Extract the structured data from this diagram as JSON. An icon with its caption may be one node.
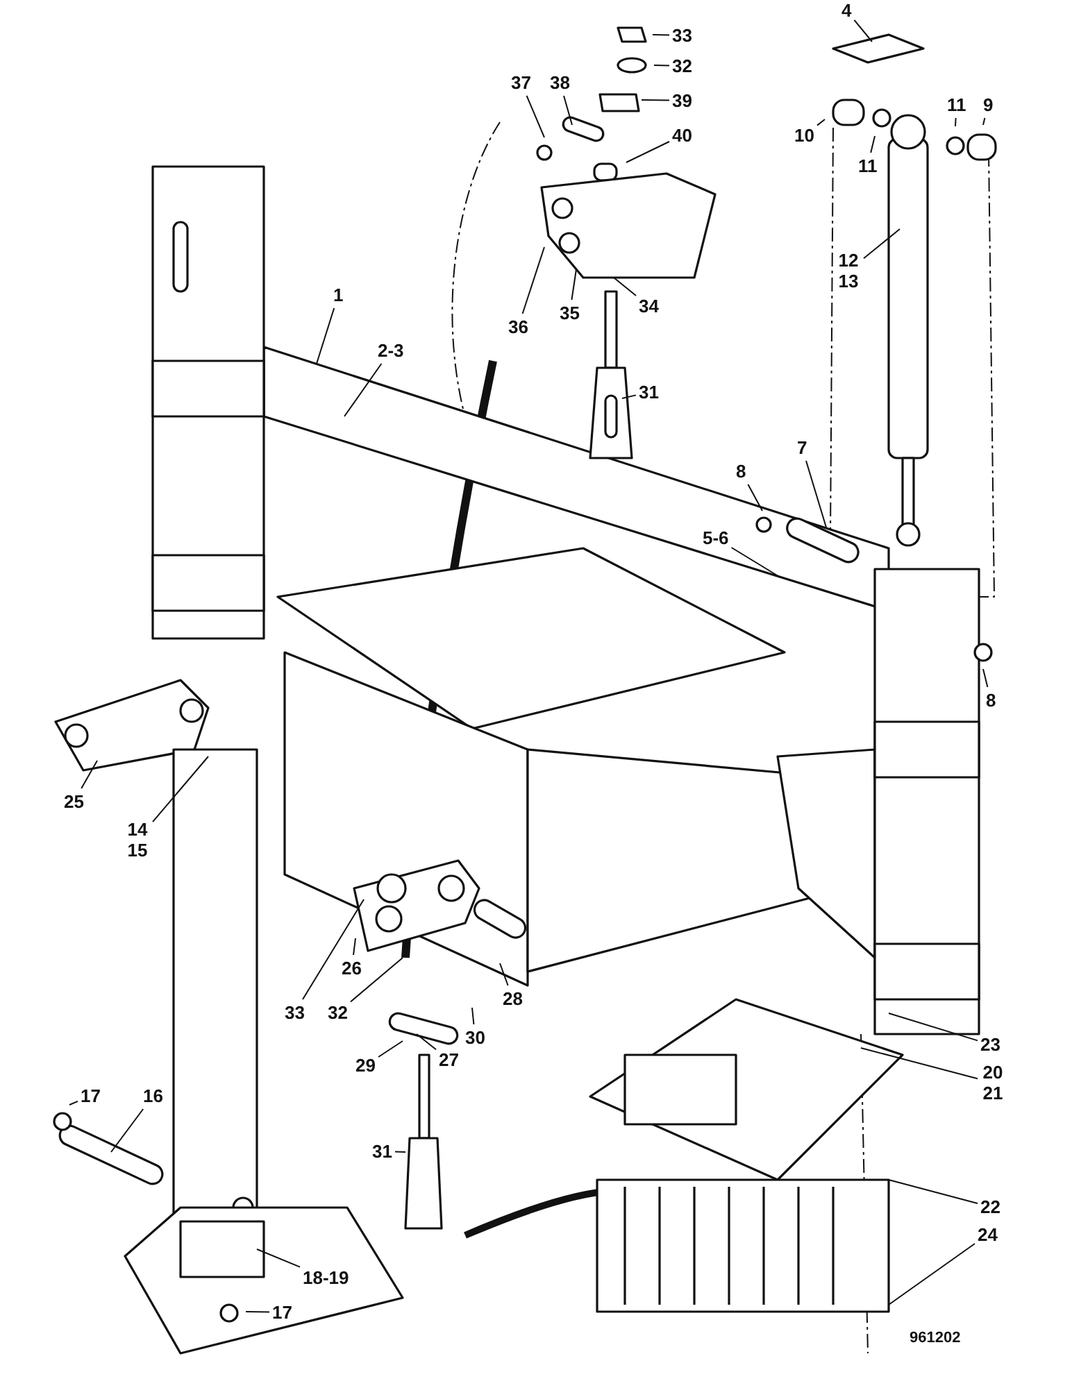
{
  "diagram": {
    "nodes": [
      {
        "text": [
          "4"
        ]
      },
      {
        "text": [
          "33"
        ]
      },
      {
        "text": [
          "37"
        ]
      },
      {
        "text": [
          "38"
        ]
      },
      {
        "text": [
          "32"
        ]
      },
      {
        "text": [
          "39"
        ]
      },
      {
        "text": [
          "11"
        ]
      },
      {
        "text": [
          "9"
        ]
      },
      {
        "text": [
          "40"
        ]
      },
      {
        "text": [
          "10"
        ]
      },
      {
        "text": [
          "11"
        ]
      },
      {
        "text": [
          "12 13"
        ]
      },
      {
        "text": [
          "1"
        ]
      },
      {
        "text": [
          "36"
        ]
      },
      {
        "text": [
          "35"
        ]
      },
      {
        "text": [
          "34"
        ]
      },
      {
        "text": [
          "2-3"
        ]
      },
      {
        "text": [
          "31"
        ]
      },
      {
        "text": [
          "7"
        ]
      },
      {
        "text": [
          "8"
        ]
      },
      {
        "text": [
          "5-6"
        ]
      },
      {
        "text": [
          "8"
        ]
      },
      {
        "text": [
          "25"
        ]
      },
      {
        "text": [
          "14 15"
        ]
      },
      {
        "text": [
          "26"
        ]
      },
      {
        "text": [
          "28"
        ]
      },
      {
        "text": [
          "33"
        ]
      },
      {
        "text": [
          "32"
        ]
      },
      {
        "text": [
          "30"
        ]
      },
      {
        "text": [
          "23"
        ]
      },
      {
        "text": [
          "27"
        ]
      },
      {
        "text": [
          "29"
        ]
      },
      {
        "text": [
          "20 21"
        ]
      },
      {
        "text": [
          "17"
        ]
      },
      {
        "text": [
          "16"
        ]
      },
      {
        "text": [
          "31"
        ]
      },
      {
        "text": [
          "22"
        ]
      },
      {
        "text": [
          "24"
        ]
      },
      {
        "text": [
          "18-19"
        ]
      },
      {
        "text": [
          "17"
        ]
      }
    ],
    "edges": [
      {
        "from": 0,
        "to": null,
        "arrow": "none"
      },
      {
        "from": 1,
        "to": null,
        "arrow": "none"
      },
      {
        "from": 2,
        "to": null,
        "arrow": "none"
      },
      {
        "from": 3,
        "to": null,
        "arrow": "none"
      },
      {
        "from": 4,
        "to": null,
        "arrow": "none"
      },
      {
        "from": 5,
        "to": null,
        "arrow": "none"
      },
      {
        "from": 6,
        "to": null,
        "arrow": "none"
      },
      {
        "from": 7,
        "to": null,
        "arrow": "none"
      },
      {
        "from": 8,
        "to": null,
        "arrow": "none"
      },
      {
        "from": 9,
        "to": null,
        "arrow": "none"
      },
      {
        "from": 10,
        "to": null,
        "arrow": "none"
      },
      {
        "from": 11,
        "to": null,
        "arrow": "none"
      },
      {
        "from": 12,
        "to": null,
        "arrow": "none"
      },
      {
        "from": 13,
        "to": null,
        "arrow": "none"
      },
      {
        "from": 14,
        "to": null,
        "arrow": "none"
      },
      {
        "from": 15,
        "to": null,
        "arrow": "none"
      },
      {
        "from": 16,
        "to": null,
        "arrow": "none"
      },
      {
        "from": 17,
        "to": null,
        "arrow": "none"
      },
      {
        "from": 18,
        "to": null,
        "arrow": "none"
      },
      {
        "from": 19,
        "to": null,
        "arrow": "none"
      },
      {
        "from": 20,
        "to": null,
        "arrow": "none"
      },
      {
        "from": 21,
        "to": null,
        "arrow": "none"
      },
      {
        "from": 22,
        "to": null,
        "arrow": "none"
      },
      {
        "from": 23,
        "to": null,
        "arrow": "none"
      },
      {
        "from": 24,
        "to": null,
        "arrow": "none"
      },
      {
        "from": 25,
        "to": null,
        "arrow": "none"
      },
      {
        "from": 26,
        "to": null,
        "arrow": "none"
      },
      {
        "from": 27,
        "to": null,
        "arrow": "none"
      },
      {
        "from": 28,
        "to": null,
        "arrow": "none"
      },
      {
        "from": 29,
        "to": null,
        "arrow": "none"
      },
      {
        "from": 30,
        "to": null,
        "arrow": "none"
      },
      {
        "from": 31,
        "to": null,
        "arrow": "none"
      },
      {
        "from": 32,
        "to": null,
        "arrow": "none"
      },
      {
        "from": 33,
        "to": null,
        "arrow": "none"
      },
      {
        "from": 34,
        "to": null,
        "arrow": "none"
      },
      {
        "from": 35,
        "to": null,
        "arrow": "none"
      },
      {
        "from": 36,
        "to": null,
        "arrow": "none"
      },
      {
        "from": 37,
        "to": null,
        "arrow": "none"
      },
      {
        "from": 38,
        "to": null,
        "arrow": "none"
      },
      {
        "from": 39,
        "to": null,
        "arrow": "none"
      }
    ],
    "labels": [
      "961202"
    ]
  }
}
